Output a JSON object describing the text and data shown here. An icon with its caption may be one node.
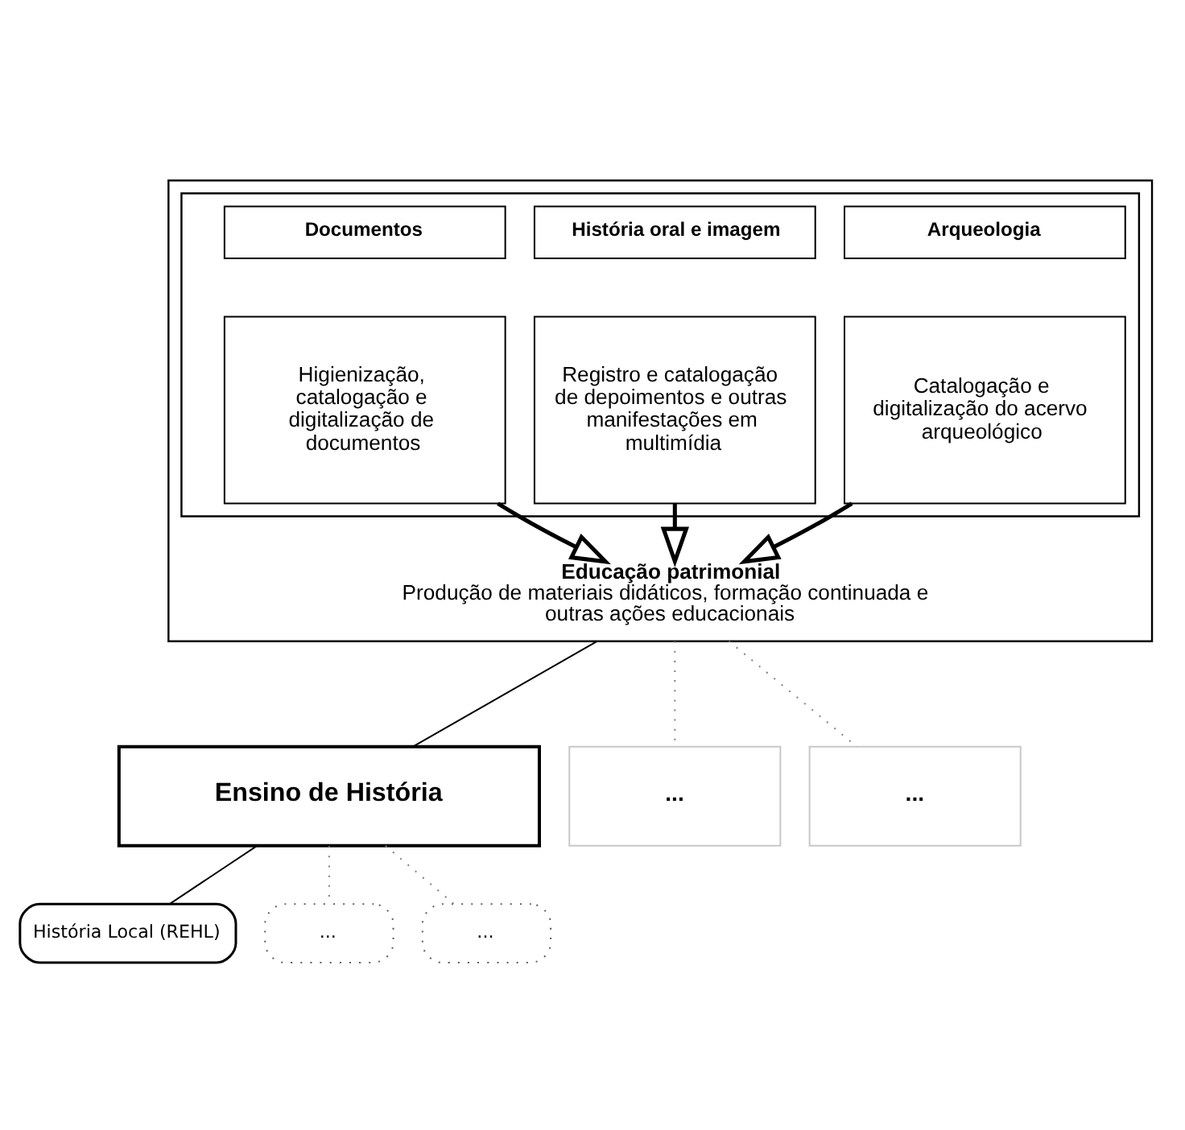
{
  "diagram": {
    "nodes": [
      {
        "text": [
          "Educação patrimonial",
          "Produção de materiais didáticos, formação continuada e outras ações educacionais"
        ]
      },
      {
        "text": [],
        "shape": "box",
        "in": 0
      },
      {
        "text": [
          "Documentos"
        ],
        "in": 1
      },
      {
        "text": [
          "Higienização, catalogação e digitalização de documentos"
        ],
        "in": 1
      },
      {
        "text": [
          "História oral e imagem"
        ],
        "in": 1
      },
      {
        "text": [
          "Registro e catalogação de depoimentos e outras manifestações em multimídia"
        ],
        "in": 1
      },
      {
        "text": [
          "Arqueologia"
        ],
        "in": 1
      },
      {
        "text": [
          "Catalogação e digitalização do acervo arqueológico"
        ],
        "in": 1
      },
      {
        "text": [
          "Ensino de História"
        ]
      },
      {
        "text": [
          "..."
        ]
      },
      {
        "text": [
          "..."
        ]
      },
      {
        "text": [
          "História Local (REHL)"
        ]
      },
      {
        "text": [
          "..."
        ]
      },
      {
        "text": [
          "..."
        ]
      }
    ],
    "edges": [
      {
        "from": 3,
        "to": 0,
        "arrow": "to",
        "style": "thick"
      },
      {
        "from": 5,
        "to": 0,
        "arrow": "to",
        "style": "thick"
      },
      {
        "from": 7,
        "to": 0,
        "arrow": "to",
        "style": "thick"
      },
      {
        "from": 0,
        "to": 8,
        "arrow": "none",
        "color": "#000000"
      },
      {
        "from": 0,
        "to": 9,
        "arrow": "none",
        "style": "dashed",
        "color": "#808080"
      },
      {
        "from": 0,
        "to": 10,
        "arrow": "none",
        "style": "dashed",
        "color": "#808080"
      },
      {
        "from": 8,
        "to": 11,
        "arrow": "none",
        "color": "#000000"
      },
      {
        "from": 8,
        "to": 12,
        "arrow": "none",
        "style": "dashed",
        "color": "#808080"
      },
      {
        "from": 8,
        "to": 13,
        "arrow": "none",
        "style": "dashed",
        "color": "#808080"
      }
    ]
  }
}
